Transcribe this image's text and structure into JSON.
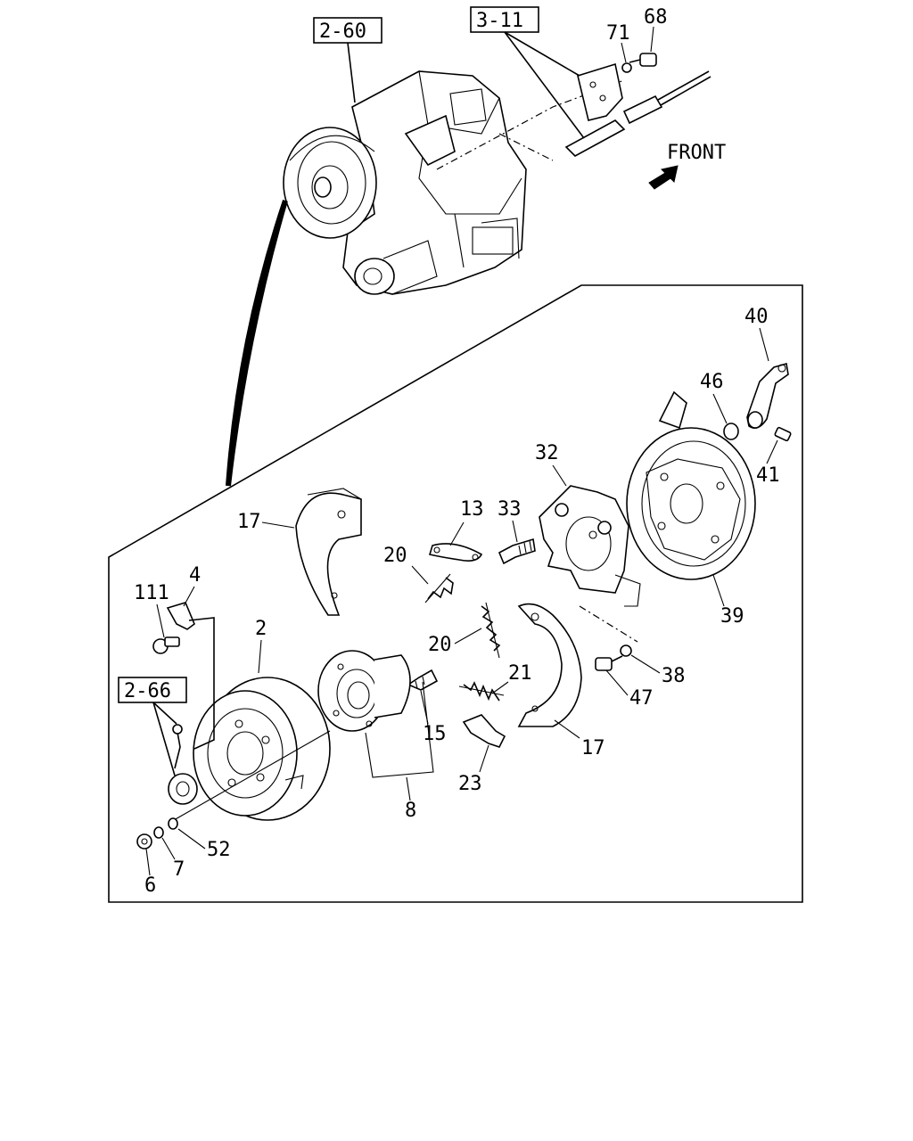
{
  "diagram": {
    "front_label": "FRONT",
    "references": {
      "ref_2_60": "2-60",
      "ref_3_11": "3-11",
      "ref_2_66": "2-66"
    },
    "callouts": {
      "c68": "68",
      "c71": "71",
      "c40": "40",
      "c46": "46",
      "c41": "41",
      "c32": "32",
      "c33": "33",
      "c13": "13",
      "c17_top": "17",
      "c20_top": "20",
      "c20_mid": "20",
      "c21": "21",
      "c4": "4",
      "c111": "111",
      "c2": "2",
      "c15": "15",
      "c38": "38",
      "c47": "47",
      "c39": "39",
      "c17_bottom": "17",
      "c23": "23",
      "c8": "8",
      "c52": "52",
      "c7": "7",
      "c6": "6"
    }
  }
}
